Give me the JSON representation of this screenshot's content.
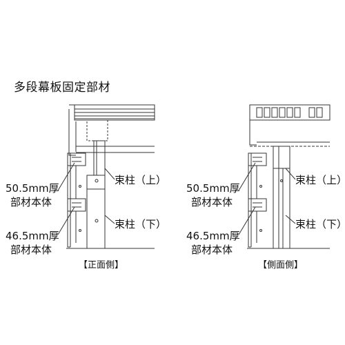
{
  "title": "多段幕板固定部材",
  "front": {
    "label_thick_50": "50.5mm厚",
    "label_body_50": "部材本体",
    "label_thick_46": "46.5mm厚",
    "label_body_46": "部材本体",
    "label_post_upper": "束柱（上）",
    "label_post_lower": "束柱（下）",
    "caption": "【正面側】"
  },
  "side": {
    "label_thick_50": "50.5mm厚",
    "label_body_50": "部材本体",
    "label_thick_46": "46.5mm厚",
    "label_body_46": "部材本体",
    "label_post_upper": "束柱（上）",
    "label_post_lower": "束柱（下）",
    "caption": "【側面側】"
  }
}
